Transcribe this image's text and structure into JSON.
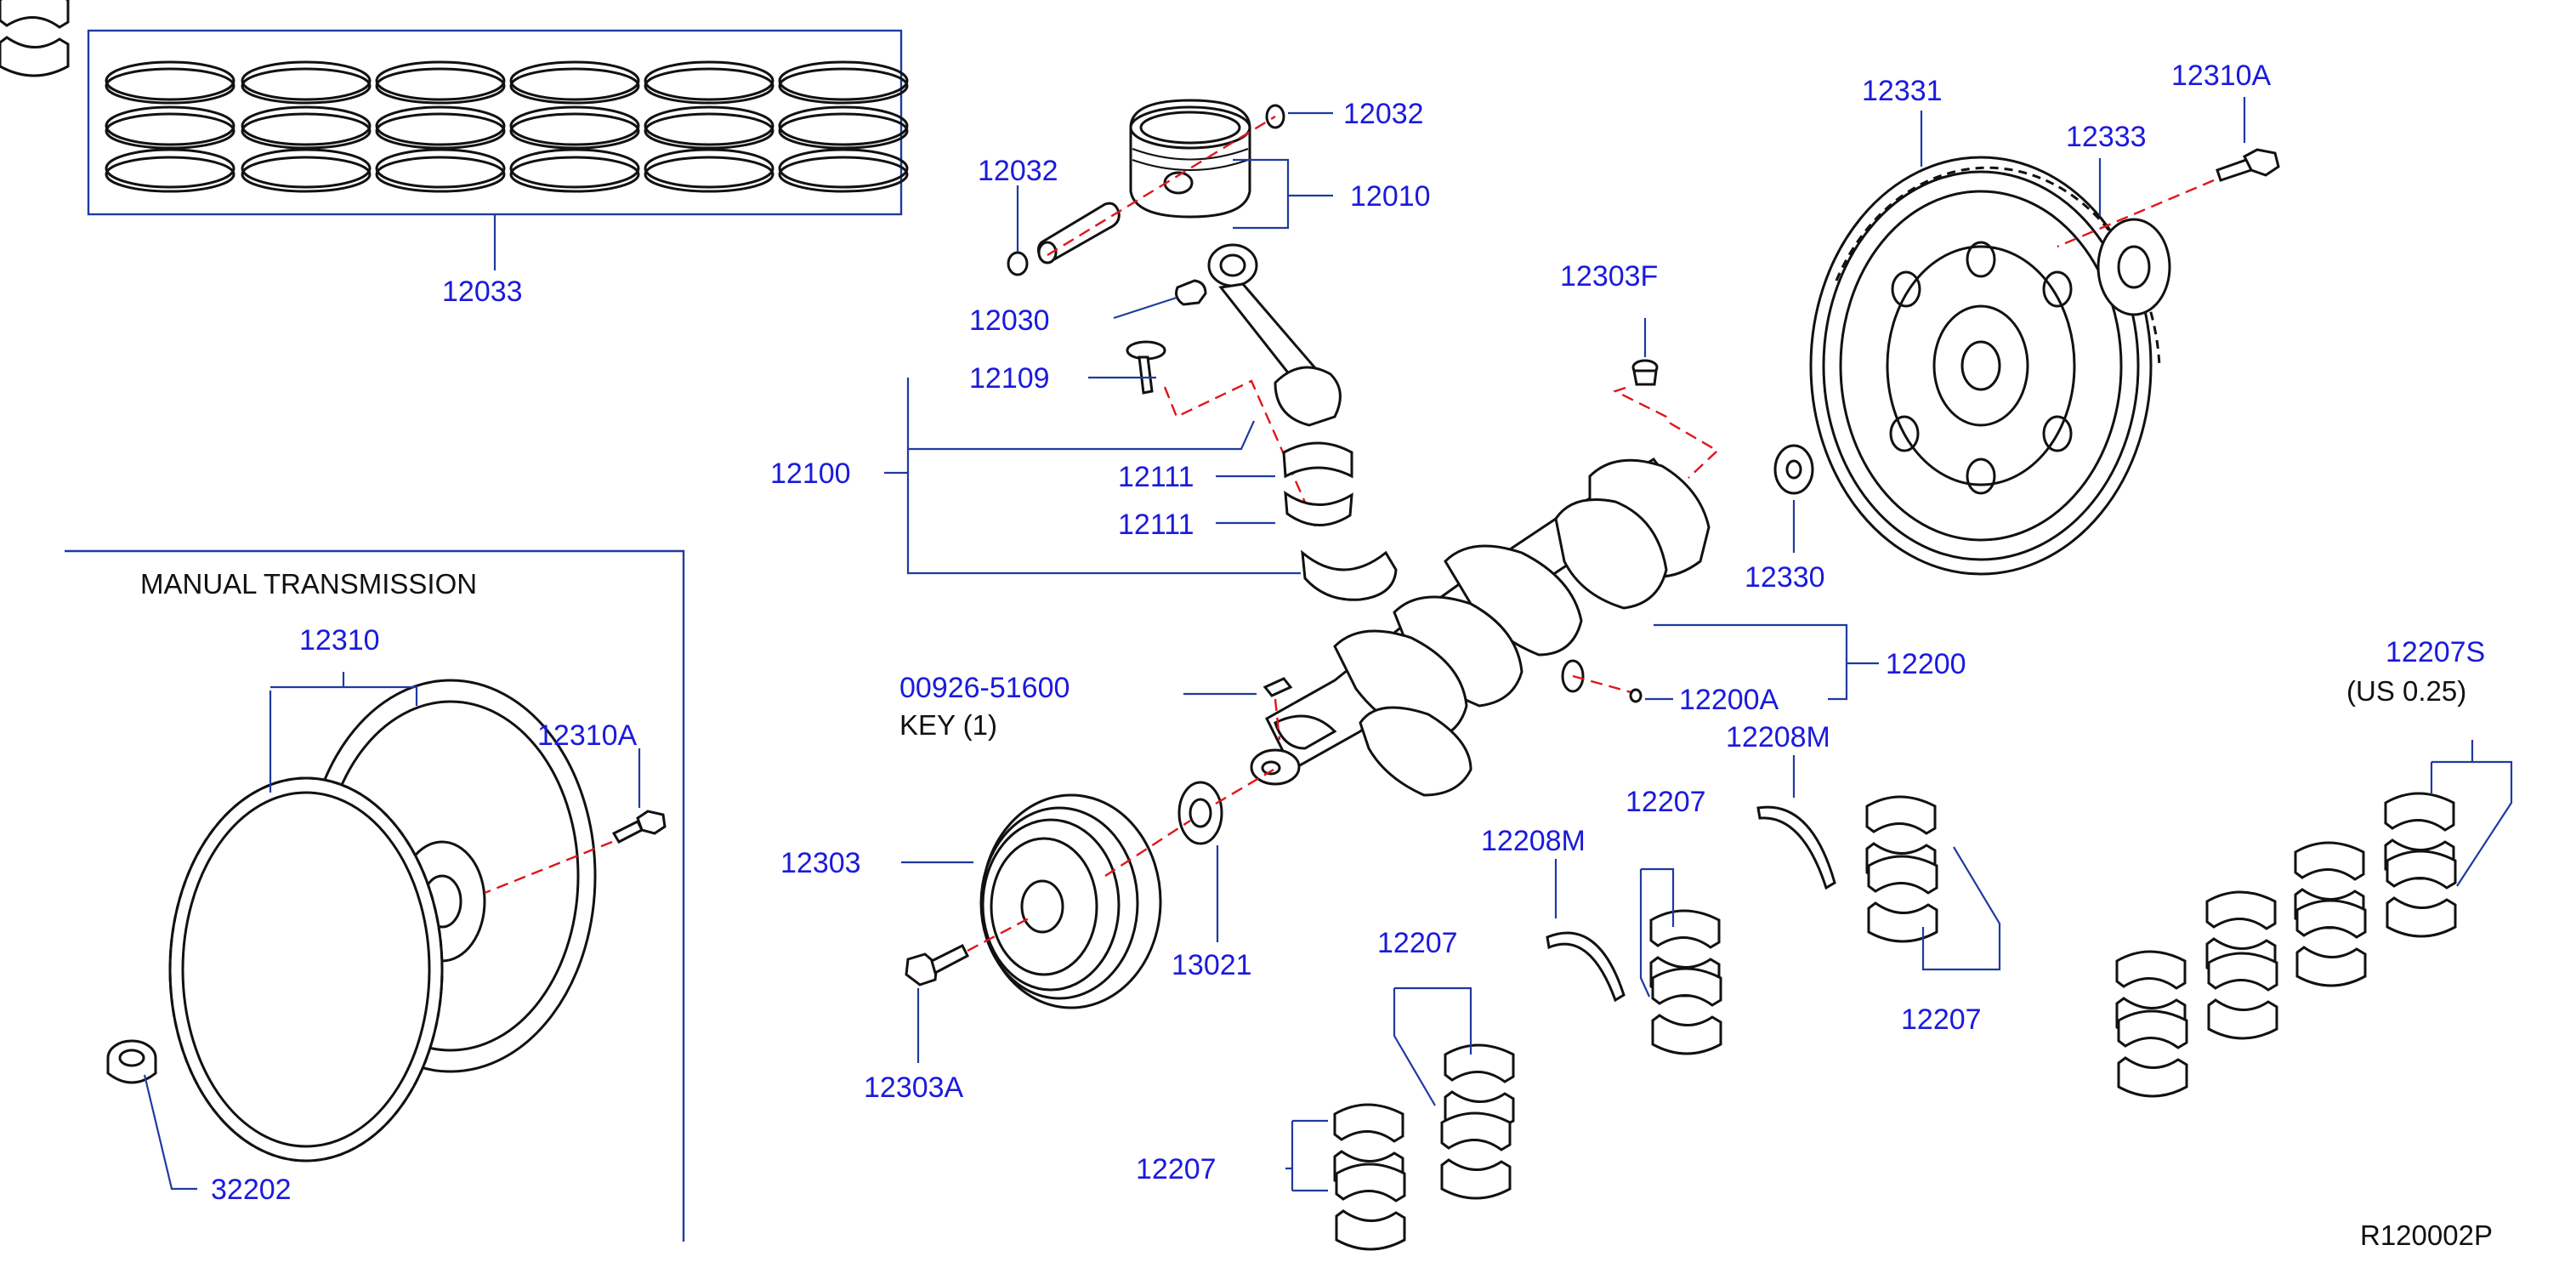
{
  "diagram": {
    "section_title": "MANUAL   TRANSMISSION",
    "ref_code": "R120002P",
    "key_note": "KEY    (1)",
    "us_note": "(US    0.25)",
    "labels": {
      "l12033": "12033",
      "l12032a": "12032",
      "l12032b": "12032",
      "l12010": "12010",
      "l12030": "12030",
      "l12109": "12109",
      "l12100": "12100",
      "l12111a": "12111",
      "l12111b": "12111",
      "l00926": "00926-51600",
      "l12303F": "12303F",
      "l12330": "12330",
      "l12331": "12331",
      "l12333": "12333",
      "l12310Aa": "12310A",
      "l12200": "12200",
      "l12200A": "12200A",
      "l12310": "12310",
      "l12310Ab": "12310A",
      "l12303": "12303",
      "l13021": "13021",
      "l12303A": "12303A",
      "l32202": "32202",
      "l12208Ma": "12208M",
      "l12208Mb": "12208M",
      "l12207a": "12207",
      "l12207b": "12207",
      "l12207c": "12207",
      "l12207d": "12207",
      "l12207S": "12207S"
    }
  }
}
